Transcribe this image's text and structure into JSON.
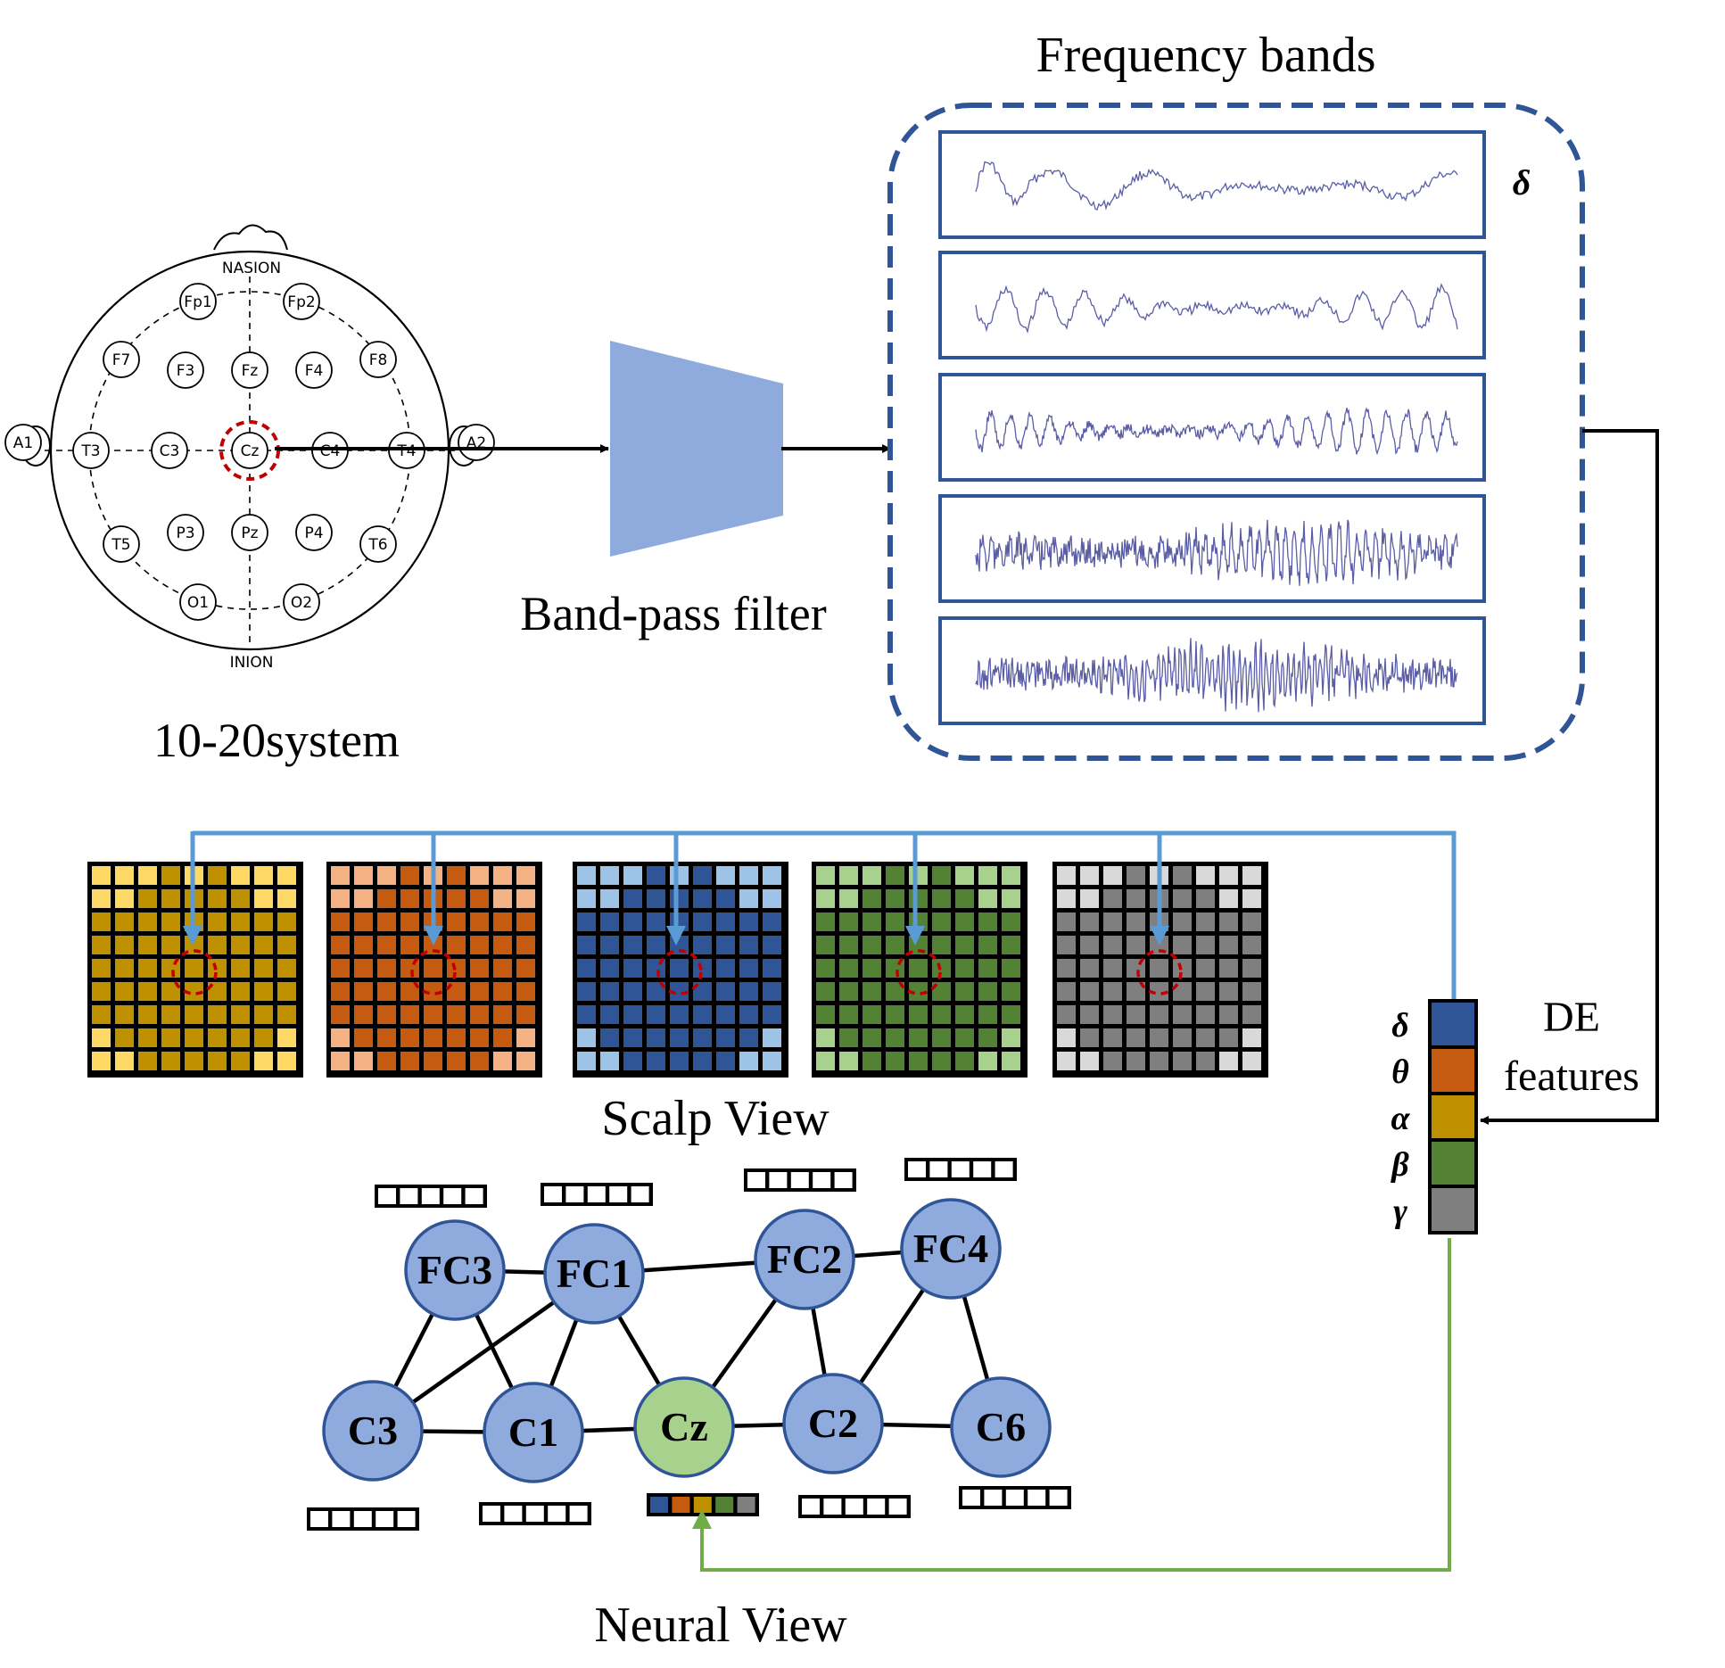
{
  "titles": {
    "frequency_bands": "Frequency bands",
    "band_pass": "Band-pass filter",
    "system": "10-20system",
    "scalp_view": "Scalp View",
    "neural_view": "Neural View",
    "de_features_line1": "DE",
    "de_features_line2": "features"
  },
  "head": {
    "nasion": "NASION",
    "inion": "INION",
    "electrodes": [
      "Fp1",
      "Fp2",
      "F7",
      "F3",
      "Fz",
      "F4",
      "F8",
      "A1",
      "T3",
      "C3",
      "Cz",
      "C4",
      "T4",
      "A2",
      "T5",
      "P3",
      "Pz",
      "P4",
      "T6",
      "O1",
      "O2"
    ],
    "highlighted": "Cz"
  },
  "bands": {
    "first_band_symbol": "δ",
    "feature_symbols": [
      "δ",
      "θ",
      "α",
      "β",
      "γ"
    ],
    "feature_colors": [
      "#2f5597",
      "#c55a11",
      "#bf9000",
      "#548235",
      "#7f7f7f"
    ],
    "light_colors": [
      "#ffd966",
      "#f4b183",
      "#9dc3e6",
      "#a9d18e",
      "#d9d9d9"
    ],
    "signal_color": "#5b5ea6",
    "panel_border": "#2f5597"
  },
  "neural_nodes": [
    "FC3",
    "FC1",
    "FC2",
    "FC4",
    "C3",
    "C1",
    "Cz",
    "C2",
    "C6"
  ],
  "colors": {
    "node_fill": "#8faadc",
    "node_border": "#2f5597",
    "center_node_fill": "#a9d18e",
    "filter_fill": "#8faadc",
    "scalp_arrow": "#5b9bd5",
    "neural_arrow": "#70ad47",
    "highlight_ring": "#c00000"
  }
}
